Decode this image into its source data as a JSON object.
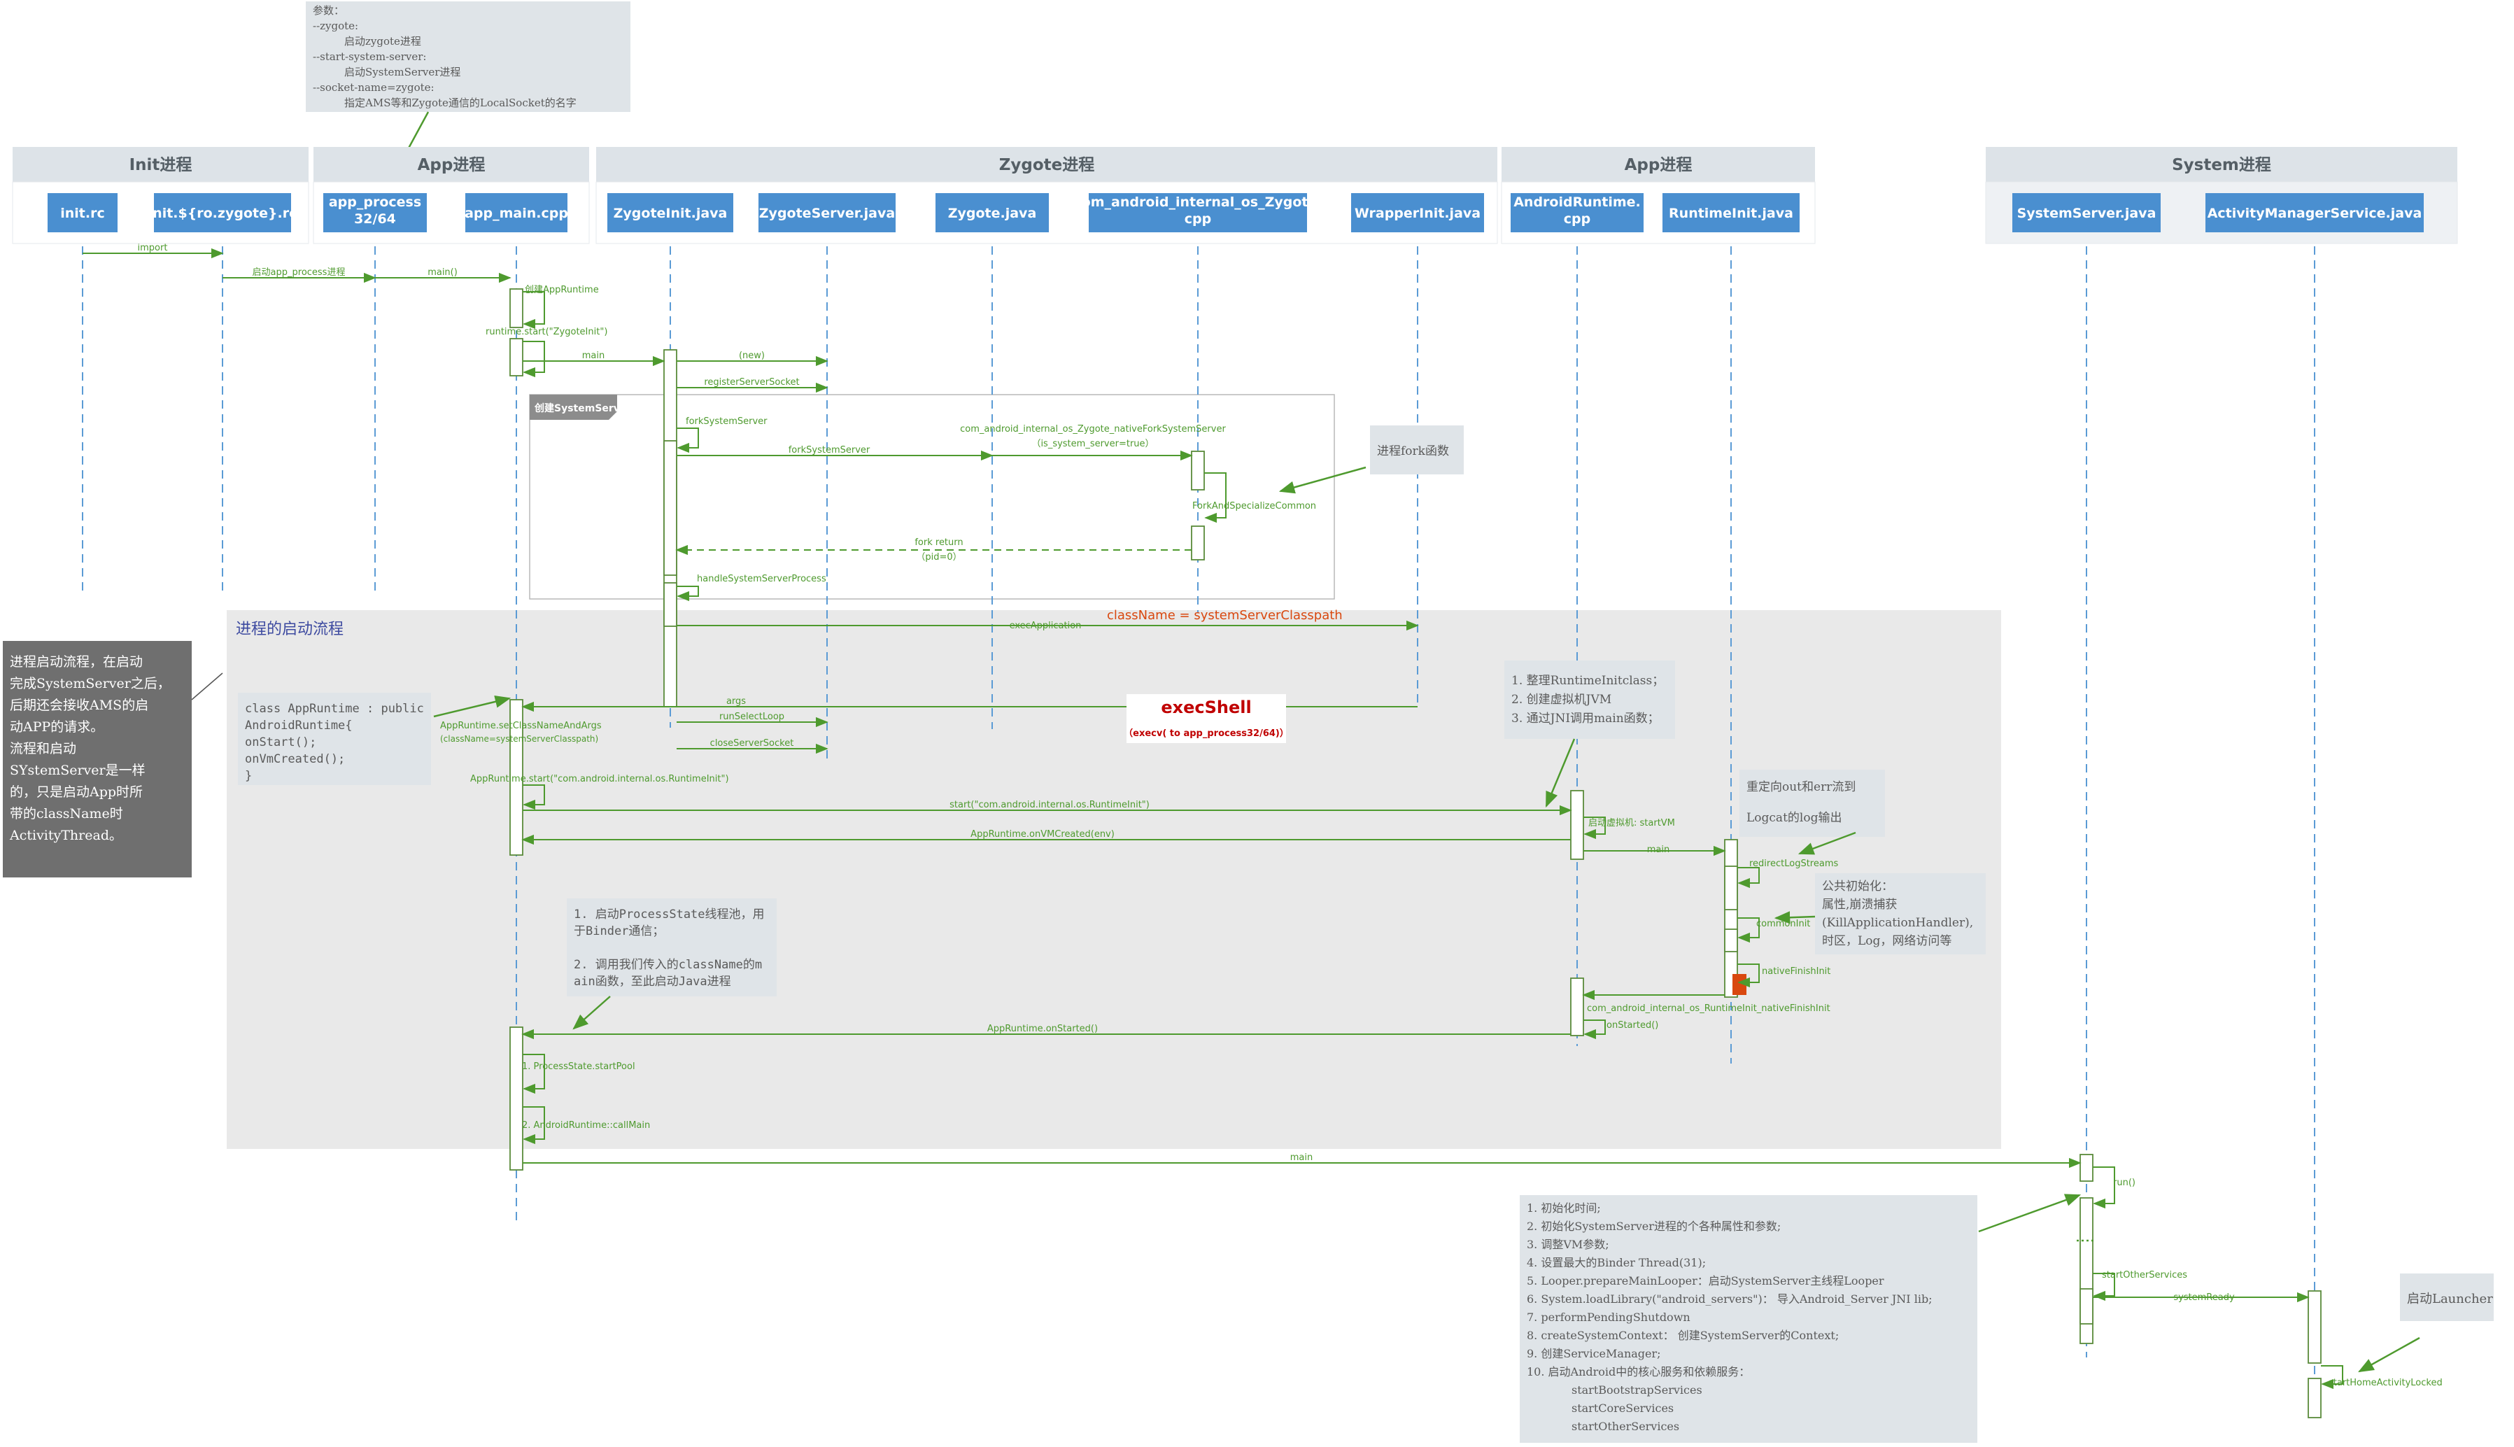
{
  "colors": {
    "actor_fill": "#4a8fd0",
    "actor_text": "#ffffff",
    "group_fill": "#dde3e8",
    "group_text": "#555f66",
    "lifeline": "#5b9bd5",
    "message": "#4e9a2e",
    "return": "#4e9a2e",
    "region_fill": "#e9e9e9",
    "note_fill": "#dfe4e8",
    "note_text": "#5a5a5a",
    "left_note_fill": "#6f6f6f",
    "red": "#c00000",
    "orange": "#d9480f"
  },
  "groups": [
    {
      "id": "init",
      "label": "Init进程"
    },
    {
      "id": "app1",
      "label": "App进程"
    },
    {
      "id": "zygote",
      "label": "Zygote进程"
    },
    {
      "id": "app2",
      "label": "App进程"
    },
    {
      "id": "system",
      "label": "System进程"
    }
  ],
  "actors": [
    {
      "id": "initrc",
      "label": [
        "init.rc"
      ]
    },
    {
      "id": "zygoterc",
      "label": [
        "init.${ro.zygote}.rc"
      ]
    },
    {
      "id": "appprocess",
      "label": [
        "app_process",
        "32/64"
      ]
    },
    {
      "id": "appmain",
      "label": [
        "app_main.cpp"
      ]
    },
    {
      "id": "zygoteinit",
      "label": [
        "ZygoteInit.java"
      ]
    },
    {
      "id": "zygoteserver",
      "label": [
        "ZygoteServer.java"
      ]
    },
    {
      "id": "zygotejava",
      "label": [
        "Zygote.java"
      ]
    },
    {
      "id": "jnizygote",
      "label": [
        "com_android_internal_os_Zygote.",
        "cpp"
      ]
    },
    {
      "id": "wrapperinit",
      "label": [
        "WrapperInit.java"
      ]
    },
    {
      "id": "androidruntime",
      "label": [
        "AndroidRuntime.",
        "cpp"
      ]
    },
    {
      "id": "runtimeinit",
      "label": [
        "RuntimeInit.java"
      ]
    },
    {
      "id": "systemserver",
      "label": [
        "SystemServer.java"
      ]
    },
    {
      "id": "ams",
      "label": [
        "ActivityManagerService.java"
      ]
    }
  ],
  "messages": [
    {
      "text": "import",
      "style": "solid"
    },
    {
      "text": "启动app_process进程",
      "style": "solid"
    },
    {
      "text": "main()",
      "style": "solid"
    },
    {
      "text": "创建AppRuntime",
      "style": "self"
    },
    {
      "text": "runtime.start(\"ZygoteInit\")",
      "style": "self"
    },
    {
      "text": "main",
      "style": "solid"
    },
    {
      "text": "(new)",
      "style": "solid"
    },
    {
      "text": "registerServerSocket",
      "style": "solid"
    },
    {
      "text": "forkSystemServer",
      "style": "self"
    },
    {
      "text": "com_android_internal_os_Zygote_nativeForkSystemServer",
      "style": "solid"
    },
    {
      "text": "（is_system_server=true）",
      "style": "solid"
    },
    {
      "text": "forkSystemServer",
      "style": "solid"
    },
    {
      "text": "ForkAndSpecializeCommon",
      "style": "self"
    },
    {
      "text": "fork return",
      "style": "dashed"
    },
    {
      "text": "（pid=0）",
      "style": "dashed"
    },
    {
      "text": "handleSystemServerProcess",
      "style": "self"
    },
    {
      "text": "execApplication",
      "style": "solid"
    },
    {
      "text": "args",
      "style": "solid"
    },
    {
      "text": "AppRuntime.setClassNameAndArgs",
      "style": "solid"
    },
    {
      "text": "(className=systemServerClasspath)",
      "style": "solid"
    },
    {
      "text": "runSelectLoop",
      "style": "solid"
    },
    {
      "text": "closeServerSocket",
      "style": "solid"
    },
    {
      "text": "AppRuntime.start(\"com.android.internal.os.RuntimeInit\")",
      "style": "self"
    },
    {
      "text": "start(\"com.android.internal.os.RuntimeInit\")",
      "style": "solid"
    },
    {
      "text": "启动虚拟机: startVM",
      "style": "self"
    },
    {
      "text": "AppRuntime.onVMCreated(env)",
      "style": "solid"
    },
    {
      "text": "main",
      "style": "solid"
    },
    {
      "text": "redirectLogStreams",
      "style": "self"
    },
    {
      "text": "commonInit",
      "style": "self"
    },
    {
      "text": "nativeFinishInit",
      "style": "self"
    },
    {
      "text": "com_android_internal_os_RuntimeInit_nativeFinishInit",
      "style": "solid"
    },
    {
      "text": "onStarted()",
      "style": "self"
    },
    {
      "text": "AppRuntime.onStarted()",
      "style": "solid"
    },
    {
      "text": "1. ProcessState.startPool",
      "style": "self"
    },
    {
      "text": "2. AndroidRuntime::callMain",
      "style": "self"
    },
    {
      "text": "main",
      "style": "solid"
    },
    {
      "text": "run()",
      "style": "self"
    },
    {
      "text": "startOtherServices",
      "style": "self"
    },
    {
      "text": "systemReady",
      "style": "solid"
    },
    {
      "text": "startHomeActivityLocked",
      "style": "self"
    }
  ],
  "frame": {
    "label": "创建SystemServer进程"
  },
  "region": {
    "label": "进程的启动流程"
  },
  "inline_labels": {
    "classname": "className =  systemServerClasspath",
    "execshell_title": "execShell",
    "execshell_sub": "（execv( to app_process32/64)）"
  },
  "notes": {
    "params": [
      "参数：",
      "--zygote:",
      "　　　启动zygote进程",
      "--start-system-server:",
      "　　　启动SystemServer进程",
      "--socket-name=zygote:",
      "　　　指定AMS等和Zygote通信的LocalSocket的名字"
    ],
    "fork": [
      "进程fork函数"
    ],
    "left": [
      "进程启动流程，在启动",
      "完成SystemServer之后，",
      "后期还会接收AMS的启",
      "动APP的请求。",
      "流程和启动",
      "SYstemServer是一样",
      "的，只是启动App时所",
      "带的className时",
      "ActivityThread。"
    ],
    "appruntime_class": [
      "class AppRuntime : public",
      "AndroidRuntime{",
      "onStart();",
      "onVmCreated();",
      "}"
    ],
    "runtimeinit_class": [
      "1. 整理RuntimeInitclass；",
      "2. 创建虚拟机JVM",
      "3. 通过JNI调用main函数；"
    ],
    "redirect": [
      "重定向out和err流到",
      "",
      "Logcat的log输出"
    ],
    "commoninit": [
      "公共初始化：",
      "属性,崩溃捕获",
      "(KillApplicationHandler),",
      "时区，Log，网络访问等"
    ],
    "processstate": [
      "1. 启动ProcessState线程池，用",
      "于Binder通信；",
      "",
      "2. 调用我们传入的className的m",
      "ain函数，至此启动Java进程"
    ],
    "systemserver": [
      "1. 初始化时间;",
      "2. 初始化SystemServer进程的个各种属性和参数;",
      "3. 调整VM参数;",
      "4. 设置最大的Binder Thread(31);",
      "5. Looper.prepareMainLooper：启动SystemServer主线程Looper",
      "6. System.loadLibrary(\"android_servers\")： 导入Android_Server JNI lib;",
      "7. performPendingShutdown",
      "8. createSystemContext： 创建SystemServer的Context;",
      "9. 创建ServiceManager;",
      "10. 启动Android中的核心服务和依赖服务：",
      "　　　　startBootstrapServices",
      "　　　　startCoreServices",
      "　　　　startOtherServices"
    ],
    "launcher": [
      "启动Launcher"
    ]
  }
}
